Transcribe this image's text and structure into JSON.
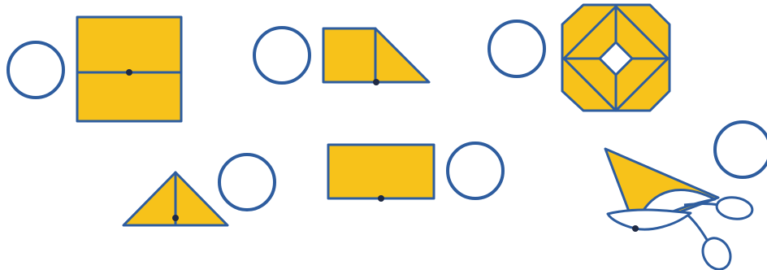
{
  "colors": {
    "outline": "#2e5d9f",
    "fill": "#f7c21a",
    "background": "#ffffff",
    "dot": "#1f2a44"
  },
  "figures": [
    {
      "name": "square-halved-horizontally",
      "answer": ""
    },
    {
      "name": "square-with-triangle",
      "answer": ""
    },
    {
      "name": "octagon-with-diamond",
      "answer": ""
    },
    {
      "name": "triangle-halved",
      "answer": ""
    },
    {
      "name": "rectangle",
      "answer": ""
    },
    {
      "name": "scissors-cut-triangle",
      "answer": ""
    }
  ]
}
